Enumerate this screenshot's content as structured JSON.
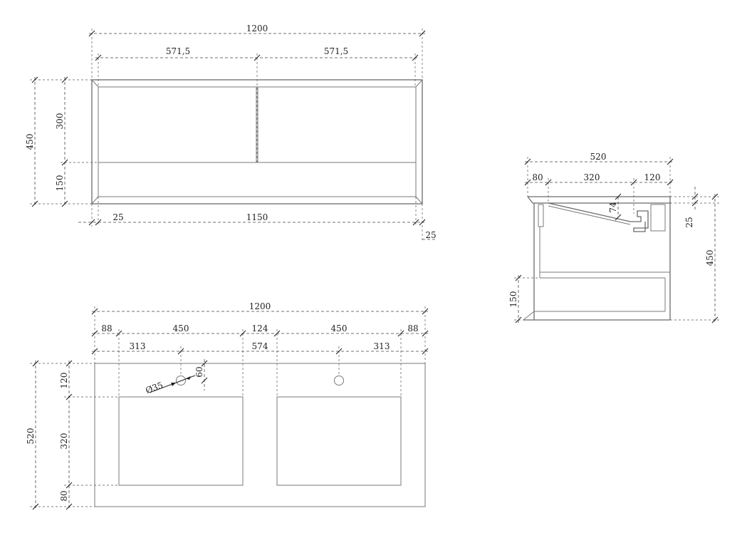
{
  "front_view": {
    "overall_width": "1200",
    "drawer_left_width": "571,5",
    "drawer_right_width": "571,5",
    "overall_height": "450",
    "drawer_height": "300",
    "plinth_height": "150",
    "side_thickness_left": "25",
    "inner_width": "1150",
    "side_thickness_right": "25"
  },
  "side_view": {
    "overall_depth": "520",
    "front_offset": "80",
    "basin_depth": "320",
    "back_offset": "120",
    "basin_height": "74",
    "top_thickness": "25",
    "overall_height": "450",
    "plinth_height": "150"
  },
  "top_view": {
    "overall_width": "1200",
    "edge_left": "88",
    "basin_left_width": "450",
    "center_gap": "124",
    "basin_right_width": "450",
    "edge_right": "88",
    "tap_left_offset": "313",
    "tap_spacing": "574",
    "tap_right_offset": "313",
    "overall_depth": "520",
    "rear_margin": "120",
    "basin_depth": "320",
    "front_margin": "80",
    "tap_offset": "60",
    "tap_hole_diameter": "Ø35"
  }
}
